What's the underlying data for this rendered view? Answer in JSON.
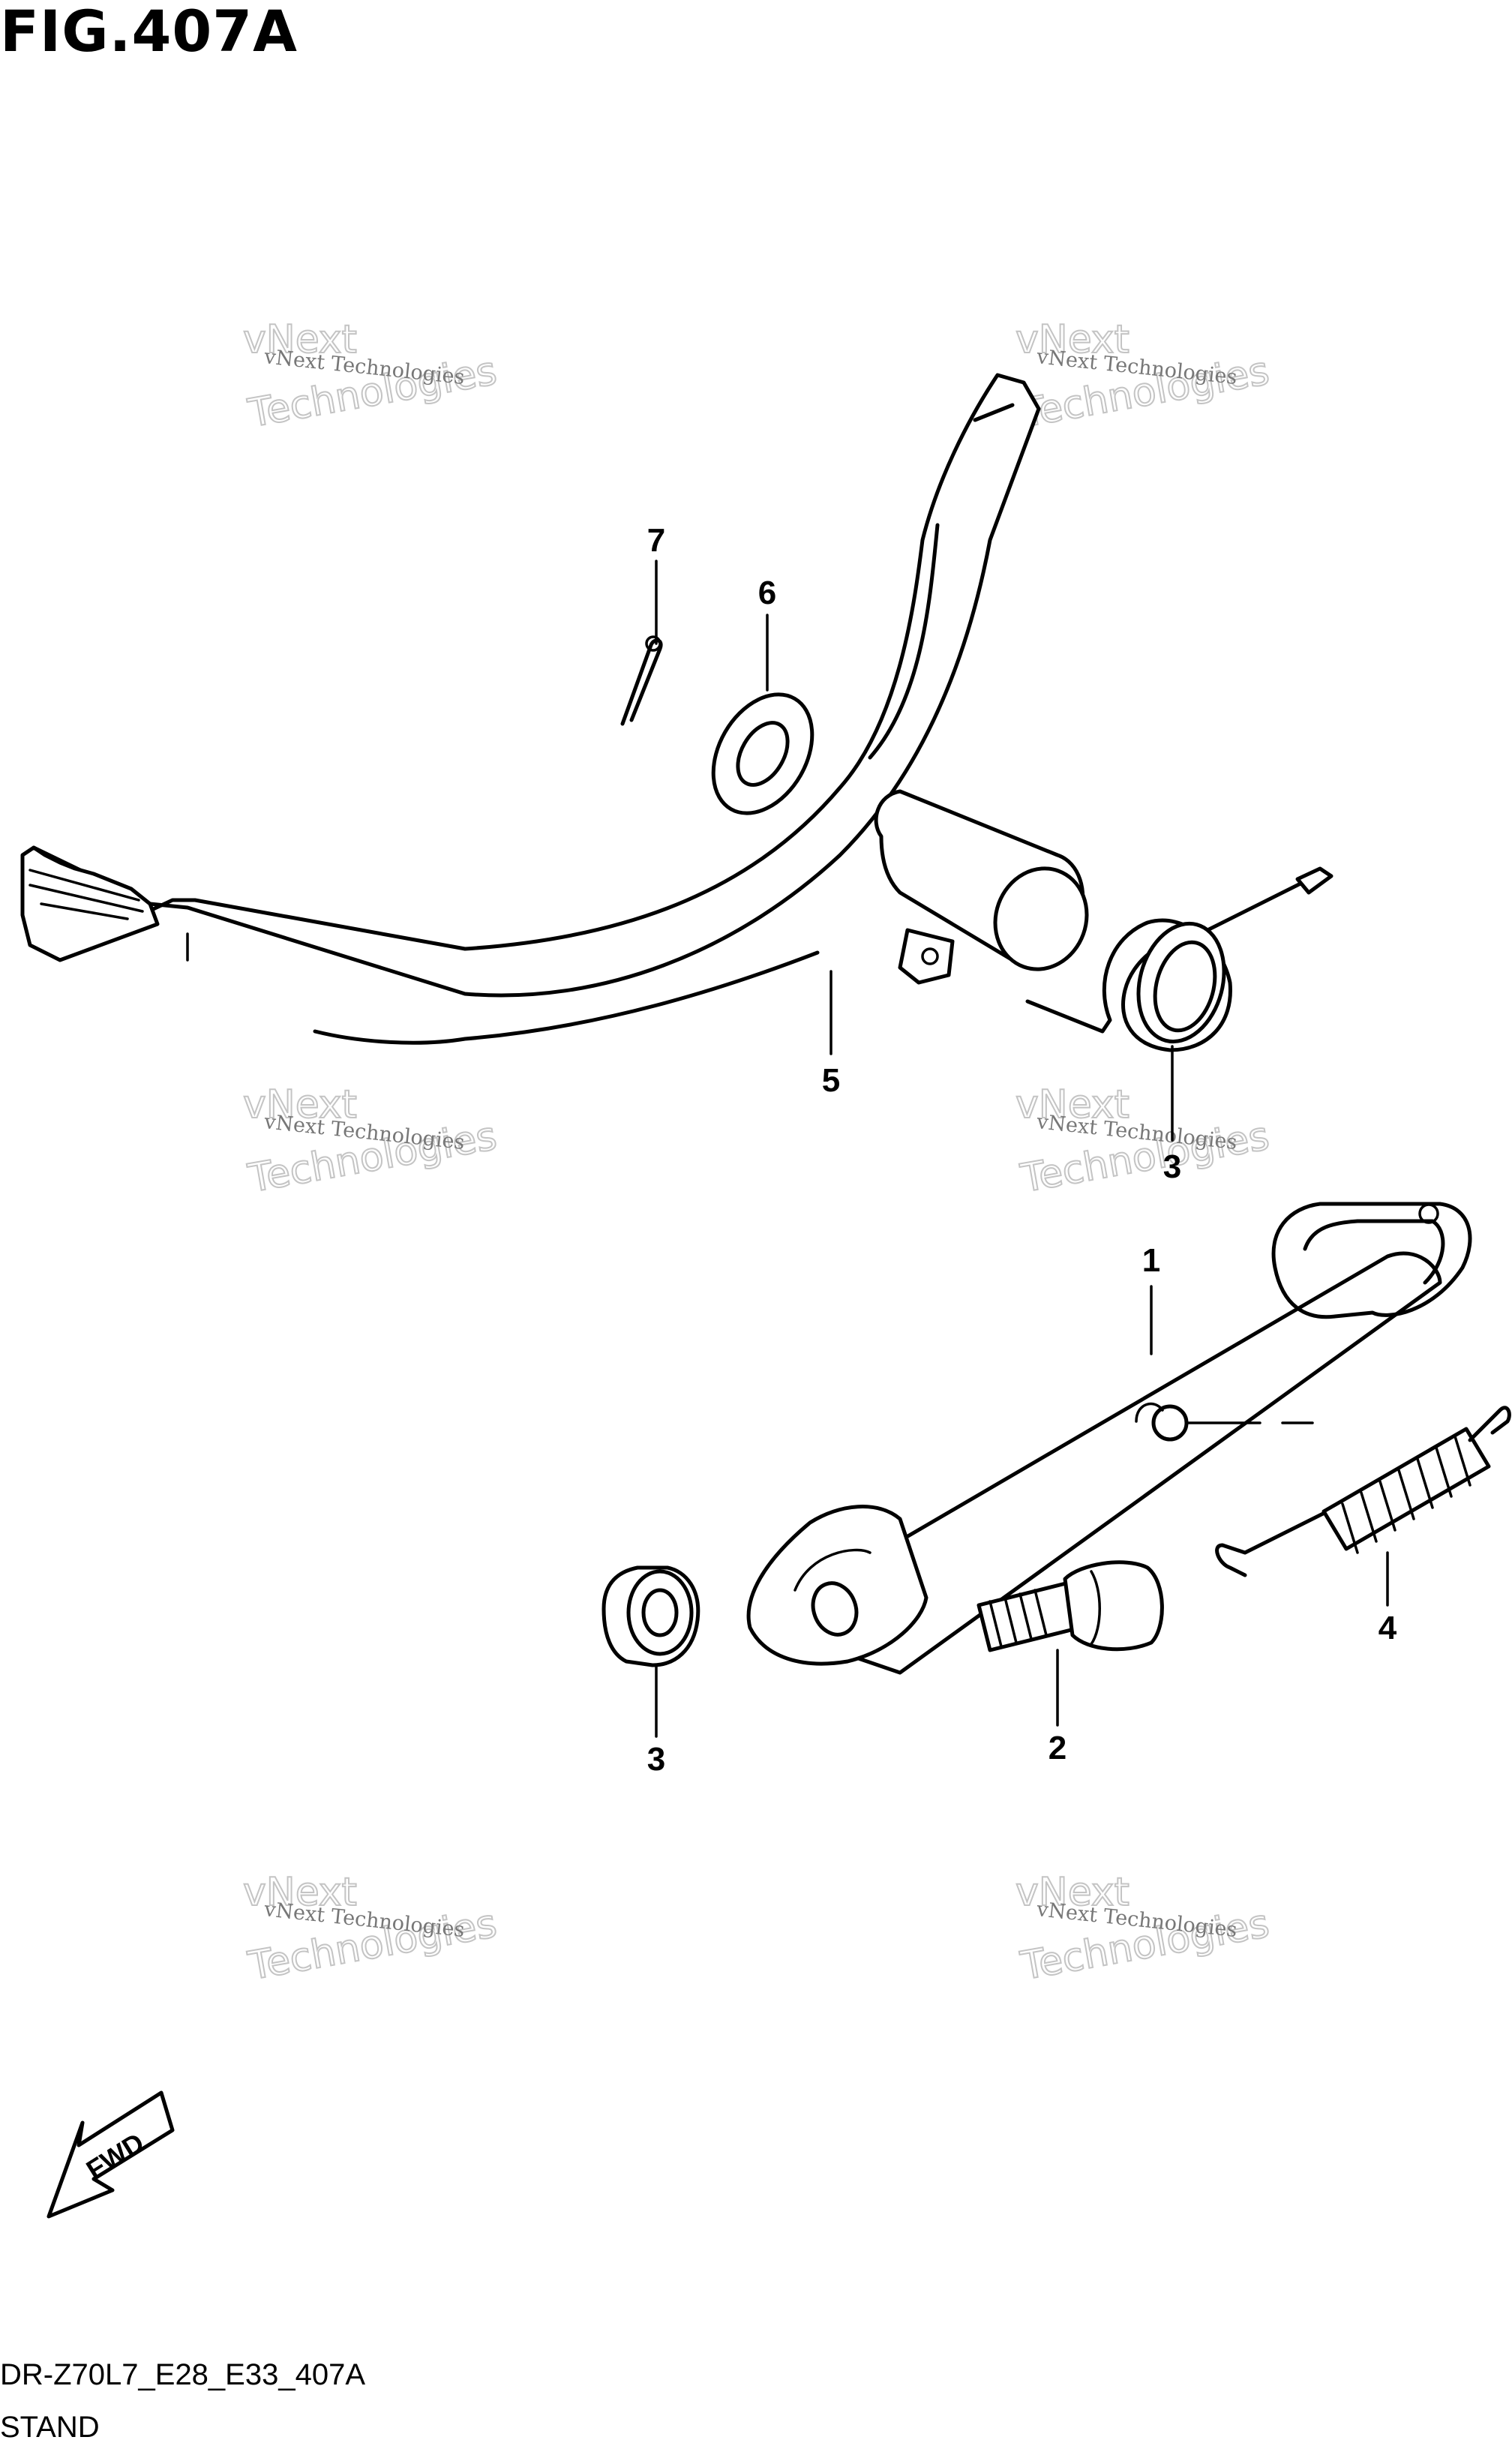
{
  "figure": {
    "title": "FIG.407A",
    "model_code": "DR-Z70L7_E28_E33_407A",
    "section_name": "STAND"
  },
  "callouts": [
    {
      "id": "c1",
      "label": "1"
    },
    {
      "id": "c2",
      "label": "2"
    },
    {
      "id": "c3a",
      "label": "3"
    },
    {
      "id": "c3b",
      "label": "3"
    },
    {
      "id": "c4",
      "label": "4"
    },
    {
      "id": "c5",
      "label": "5"
    },
    {
      "id": "c6",
      "label": "6"
    },
    {
      "id": "c7",
      "label": "7"
    }
  ],
  "watermark": {
    "line1": "vNext Technologies",
    "line2": "vNext",
    "line3": "Technologies"
  },
  "fwd_arrow": {
    "label": "FWD"
  }
}
